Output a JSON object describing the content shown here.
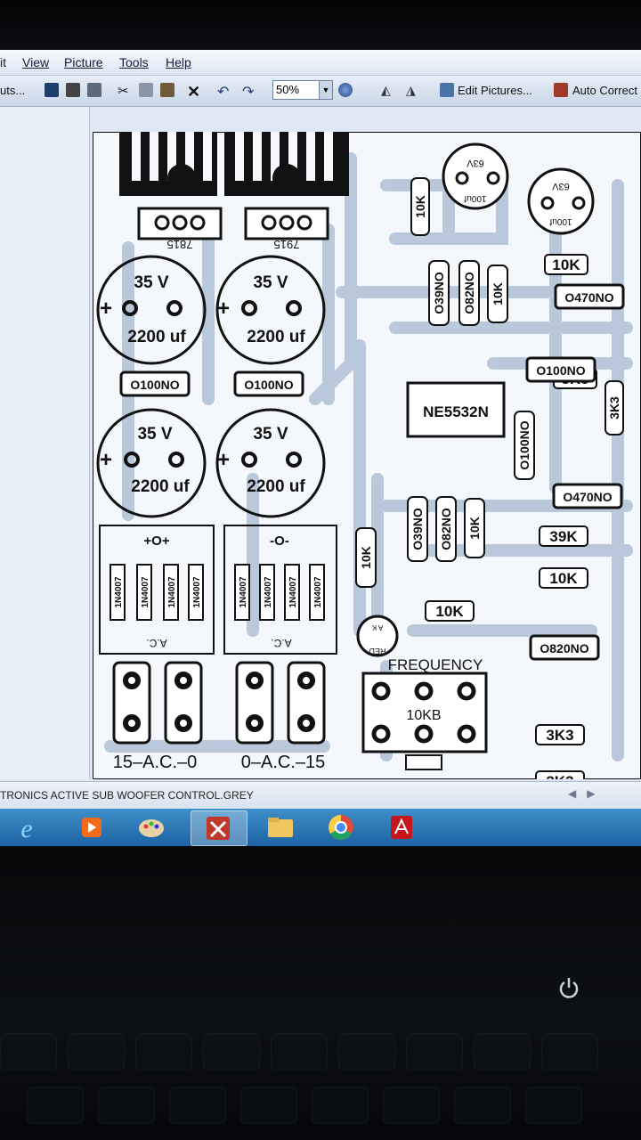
{
  "menu": {
    "partial_item": "it",
    "view": "View",
    "picture": "Picture",
    "tools": "Tools",
    "help": "Help"
  },
  "toolbar": {
    "partial_label": "uts...",
    "zoom_value": "50%",
    "edit_pictures": "Edit Pictures...",
    "auto_correct": "Auto Correct"
  },
  "pcb": {
    "reg_left": "7815",
    "reg_right": "7915",
    "cap_voltage": "35 V",
    "cap_value": "2200 uf",
    "cap_100n": "O100NO",
    "elec_63v": "63V",
    "elec_100uf": "100uf",
    "r_10k_vert": "10K",
    "r_10k": "10K",
    "r_39n": "O39NO",
    "r_82n": "O82NO",
    "c_470n": "O470NO",
    "r_3k3": "3K3",
    "ic": "NE5532N",
    "c_100n_side": "O100NO",
    "r_39k": "39K",
    "c_820n": "O820NO",
    "diode": "1N4007",
    "bridge_top_left": "+O+",
    "bridge_top_right": "-O-",
    "ac": "A.C.",
    "led_red": "RED",
    "led_ak": "A K",
    "frequency": "FREQUENCY",
    "pot_value": "10KB",
    "conn_left": "15–A.C.–0",
    "conn_right": "0–A.C.–15"
  },
  "status": {
    "filename": "TRONICS ACTIVE SUB WOOFER CONTROL.GREY"
  },
  "taskbar": {
    "apps": [
      "ie-icon",
      "media-player-icon",
      "paint-icon",
      "picture-manager-icon",
      "file-explorer-icon",
      "chrome-icon",
      "acrobat-icon"
    ]
  },
  "colors": {
    "pcb_background": "#f4f7fb",
    "trace": "#b9c8da",
    "ink": "#111111",
    "taskbar": "#2a74b6"
  }
}
